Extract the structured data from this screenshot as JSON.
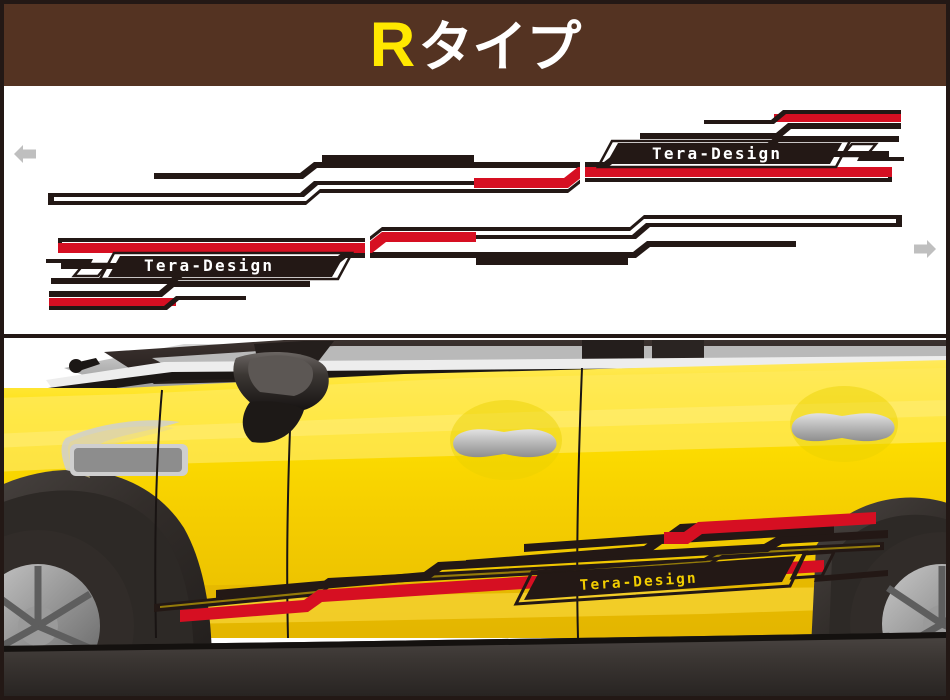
{
  "header": {
    "title_accent": "R",
    "title_rest": "タイプ",
    "accent_color": "#ffe800",
    "text_color": "#ffffff",
    "background_color": "#543322"
  },
  "nav": {
    "left_arrow_icon": "arrow-left-icon",
    "right_arrow_icon": "arrow-right-icon",
    "arrow_color": "#bfbfbf"
  },
  "decal_preview": {
    "panel_background": "#ffffff",
    "brand_text_top": "Tera-Design",
    "brand_text_bottom": "Tera-Design",
    "stripe_dark_color": "#231815",
    "stripe_red_color": "#d60f22",
    "stripe_white_color": "#ffffff",
    "cut_line_note": "",
    "top_decal_name": "right-side-stripe-decal",
    "bottom_decal_name": "left-side-stripe-decal"
  },
  "car_preview": {
    "body_color": "#f2cd00",
    "body_highlight_color": "#ffe95c",
    "body_shadow_color": "#e0b000",
    "roof_color": "#b3b3b3",
    "glass_color": "#2b2320",
    "tire_color": "#2d2a28",
    "wheel_color": "#8c8c8c",
    "rocker_color": "#3a3633",
    "brand_text": "Tera-Design",
    "brand_text_color": "#f2cd00",
    "decal_dark_color": "#231815",
    "decal_red_color": "#d60f22"
  }
}
